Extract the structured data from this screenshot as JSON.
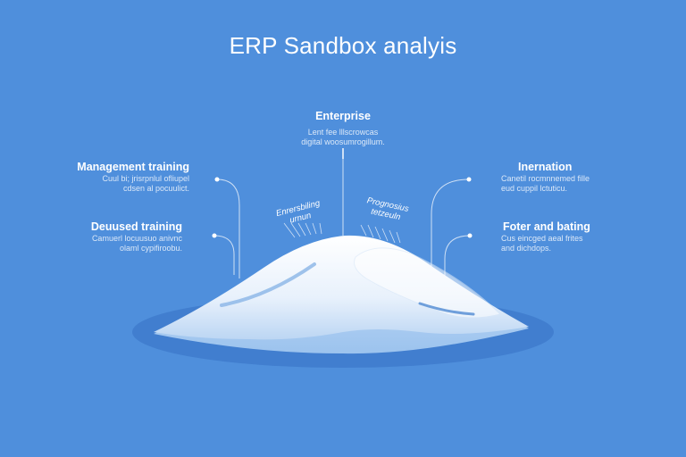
{
  "title": "ERP Sandbox analyis",
  "colors": {
    "background": "#4f8fdc",
    "mound": "#eef5fd",
    "shadow": "#3f7ccd",
    "connector": "#cfe0f5"
  },
  "top": {
    "label": "Enterprise",
    "desc": "Lent fee lllscrowcas\ndigital woosumrogillum."
  },
  "left_items": [
    {
      "label": "Management training",
      "desc": "Cuul bi; jrisrpnlul ofliupel\ncdsen al pocuulict."
    },
    {
      "label": "Deuused training",
      "desc": "Camuerl locuusuo anivnc\nolaml cypifiroobu."
    }
  ],
  "right_items": [
    {
      "label": "Inernation",
      "desc": "Canetil rocmnnemed fille\neud cuppil lctuticu."
    },
    {
      "label": "Foter and bating",
      "desc": "Cus eincged aeal frites\nand dichdops."
    }
  ],
  "inner_left": "Enrersbiling\nurnun",
  "inner_right": "Prognosius\ntetzeuln"
}
